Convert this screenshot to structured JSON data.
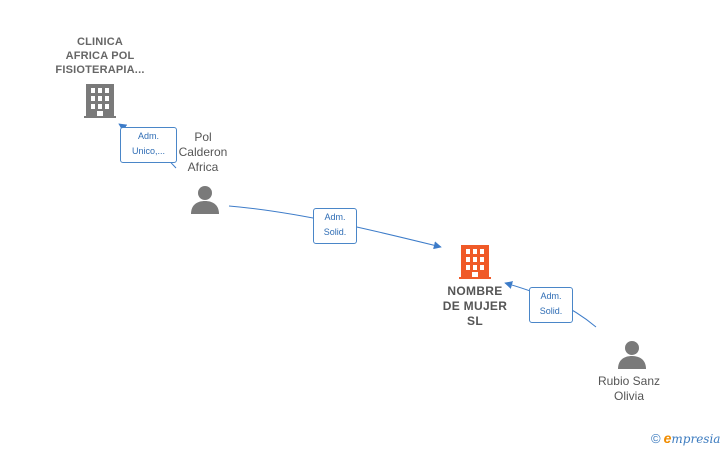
{
  "nodes": {
    "clinica": {
      "type": "company",
      "label_lines": [
        "CLINICA",
        "AFRICA POL",
        "FISIOTERAPIA..."
      ],
      "icon": "building-icon",
      "color": "#7a7a7a"
    },
    "pol": {
      "type": "person",
      "label_lines": [
        "Pol",
        "Calderon",
        "Africa"
      ],
      "icon": "person-icon",
      "color": "#7a7a7a"
    },
    "nombre": {
      "type": "company",
      "label_lines": [
        "NOMBRE",
        "DE MUJER",
        "SL"
      ],
      "icon": "building-icon",
      "color": "#f05a28",
      "focus": true
    },
    "rubio": {
      "type": "person",
      "label_lines": [
        "Rubio Sanz",
        "Olivia"
      ],
      "icon": "person-icon",
      "color": "#7a7a7a"
    }
  },
  "edges": [
    {
      "from": "pol",
      "to": "clinica",
      "label_lines": [
        "Adm.",
        "Unico,..."
      ]
    },
    {
      "from": "pol",
      "to": "nombre",
      "label_lines": [
        "Adm.",
        "Solid."
      ]
    },
    {
      "from": "rubio",
      "to": "nombre",
      "label_lines": [
        "Adm.",
        "Solid."
      ]
    }
  ],
  "edge_color": "#3d7cc9",
  "brand": {
    "copyright": "©",
    "initial": "e",
    "rest": "mpresia"
  }
}
